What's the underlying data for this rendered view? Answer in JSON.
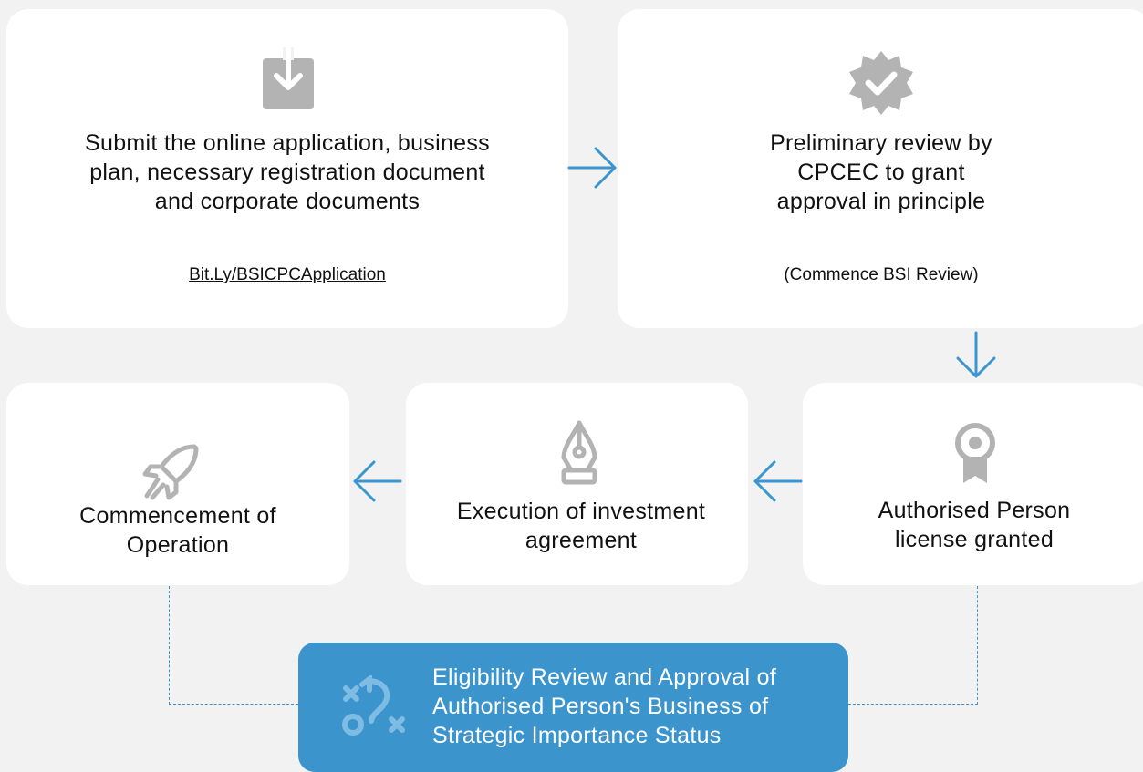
{
  "steps": {
    "submit": {
      "title": "Submit the online application, business plan, necessary registration document and corporate documents",
      "link": "Bit.Ly/BSICPCApplication"
    },
    "review": {
      "title": "Preliminary review by CPCEC to grant approval in principle",
      "note": "(Commence BSI Review)"
    },
    "license": {
      "title": "Authorised Person license granted"
    },
    "execution": {
      "title": "Execution of investment agreement"
    },
    "commencement": {
      "title": "Commencement of Operation"
    }
  },
  "eligibility": {
    "title": "Eligibility Review and Approval of Authorised Person's Business of Strategic Importance Status"
  },
  "colors": {
    "accent": "#3c94cd",
    "icon": "#b3b3b3",
    "card": "#ffffff",
    "background": "#f2f2f2"
  },
  "icons": [
    "download-icon",
    "verified-badge-icon",
    "award-ribbon-icon",
    "fountain-pen-icon",
    "rocket-icon",
    "strategy-play-icon"
  ]
}
